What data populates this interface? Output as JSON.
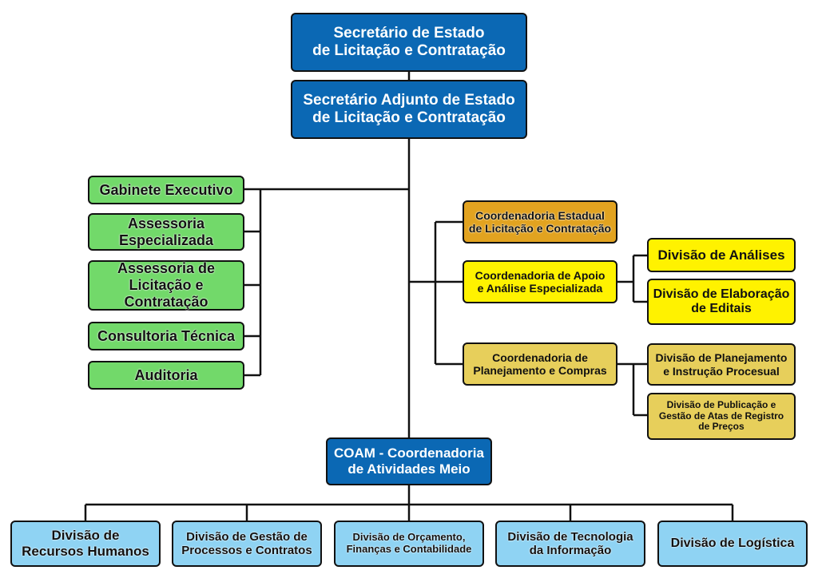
{
  "top": {
    "secretario": "Secretário de Estado\nde Licitação e Contratação",
    "adjunto": "Secretário Adjunto de Estado\nde Licitação e Contratação"
  },
  "left_units": [
    "Gabinete Executivo",
    "Assessoria\nEspecializada",
    "Assessoria de\nLicitação e\nContratação",
    "Consultoria Técnica",
    "Auditoria"
  ],
  "coordenadorias": {
    "estadual": "Coordenadoria Estadual\nde Licitação e Contratação",
    "apoio": "Coordenadoria de Apoio\ne Análise Especializada",
    "planejamento": "Coordenadoria de\nPlanejamento e Compras"
  },
  "divisoes_apoio": [
    "Divisão de Análises",
    "Divisão de Elaboração\nde Editais"
  ],
  "divisoes_planejamento": [
    "Divisão de Planejamento\ne Instrução Procesual",
    "Divisão de Publicação e\nGestão de Atas de Registro\nde Preços"
  ],
  "coam": "COAM - Coordenadoria\nde Atividades Meio",
  "bottom_divisions": [
    "Divisão de\nRecursos Humanos",
    "Divisão de Gestão de\nProcessos e Contratos",
    "Divisão de Orçamento,\nFinanças e Contabilidade",
    "Divisão de Tecnologia\nda Informação",
    "Divisão de Logística"
  ],
  "colors": {
    "blue": "#0b68b4",
    "green": "#72d96a",
    "orange": "#e2a320",
    "yellow": "#fff200",
    "khaki": "#e7cf5b",
    "light_blue": "#8fd3f3"
  }
}
